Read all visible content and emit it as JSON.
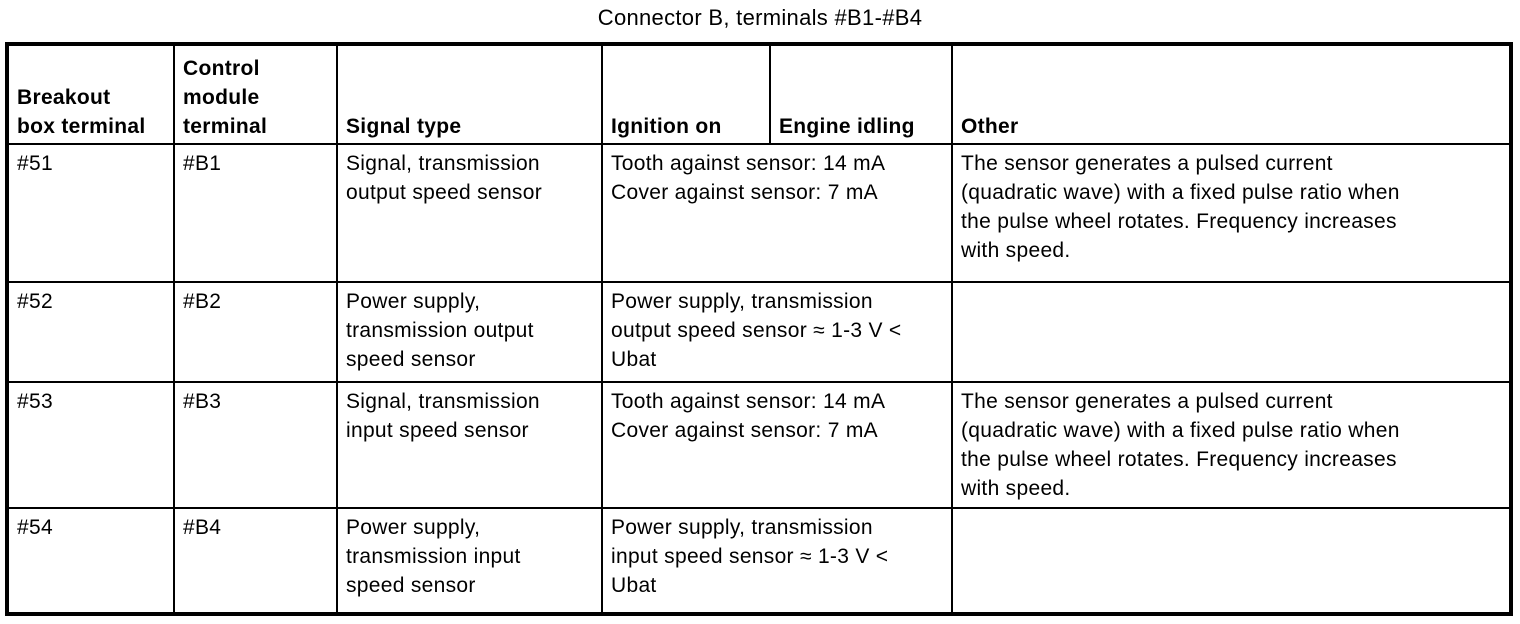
{
  "page": {
    "background_color": "#ffffff",
    "text_color": "#000000",
    "border_color": "#000000"
  },
  "title": "Connector B, terminals #B1-#B4",
  "table": {
    "headers": {
      "breakout_box_terminal": "Breakout\nbox terminal",
      "control_module_terminal": "Control\nmodule\nterminal",
      "signal_type": "Signal type",
      "ignition_on": "Ignition on",
      "engine_idling": "Engine idling",
      "other": "Other"
    },
    "rows": [
      {
        "breakout_box_terminal": "#51",
        "control_module_terminal": "#B1",
        "signal_type": "Signal, transmission\noutput speed sensor",
        "ignition_on_engine_idling": "Tooth against sensor: 14 mA\nCover against sensor: 7 mA",
        "other": "The sensor generates a pulsed current\n(quadratic wave) with a fixed pulse ratio when\nthe pulse wheel rotates. Frequency increases\nwith speed."
      },
      {
        "breakout_box_terminal": "#52",
        "control_module_terminal": "#B2",
        "signal_type": "Power supply,\ntransmission output\nspeed sensor",
        "ignition_on_engine_idling": "Power supply, transmission\noutput speed sensor ≈ 1-3 V <\nUbat",
        "other": ""
      },
      {
        "breakout_box_terminal": "#53",
        "control_module_terminal": "#B3",
        "signal_type": "Signal, transmission\ninput speed sensor",
        "ignition_on_engine_idling": "Tooth against sensor: 14 mA\nCover against sensor: 7 mA",
        "other": "The sensor generates a pulsed current\n(quadratic wave) with a fixed pulse ratio when\nthe pulse wheel rotates. Frequency increases\nwith speed."
      },
      {
        "breakout_box_terminal": "#54",
        "control_module_terminal": "#B4",
        "signal_type": "Power supply,\ntransmission input\nspeed sensor",
        "ignition_on_engine_idling": "Power supply, transmission\ninput speed sensor ≈ 1-3 V <\nUbat",
        "other": ""
      }
    ]
  }
}
